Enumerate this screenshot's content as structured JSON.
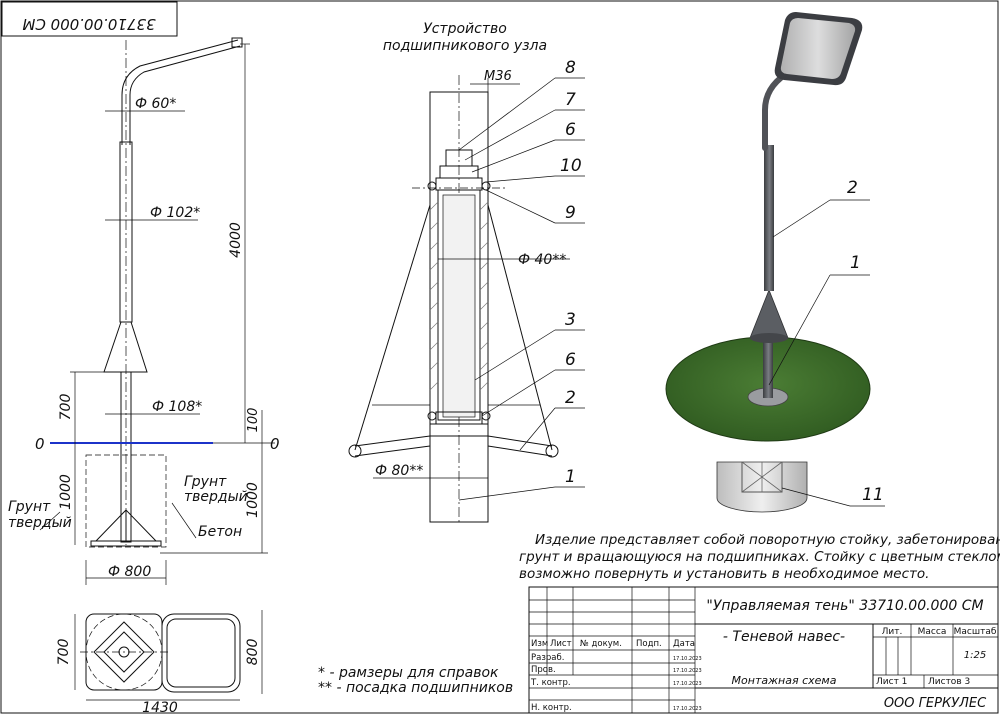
{
  "stamp_code": "33710.00.000 СМ",
  "bearing_title": [
    "Устройство",
    "подшипникового узла"
  ],
  "dims": {
    "d60": "Ф 60*",
    "d102": "Ф 102*",
    "d108": "Ф 108*",
    "h4000": "4000",
    "h700": "700",
    "h100": "100",
    "h1000_left": "1000",
    "h1000_right": "1000",
    "zero_left": "0",
    "zero_right": "0",
    "d800": "Ф 800",
    "w700": "700",
    "w800": "800",
    "w1430": "1430",
    "m36": "М36",
    "d40": "Ф 40**",
    "d80": "Ф 80**"
  },
  "labels": {
    "ground_left": [
      "Грунт",
      "твердый"
    ],
    "ground_right": [
      "Грунт",
      "твердый"
    ],
    "concrete": "Бетон"
  },
  "callouts": {
    "c8": "8",
    "c7": "7",
    "c6a": "6",
    "c10": "10",
    "c9": "9",
    "c3": "3",
    "c6b": "6",
    "c2": "2",
    "c1": "1",
    "iso2": "2",
    "iso1": "1",
    "iso11": "11"
  },
  "notes": {
    "ref": "* - рамзеры для справок",
    "fit": "** - посадка подшипников"
  },
  "description": [
    "Изделие представляет собой поворотную стойку, забетонированную в",
    "грунт и вращающуюся на подшипниках. Стойку с цветным стеклом",
    "возможно повернуть и установить в необходимое место."
  ],
  "title_block": {
    "product": "\"Управляемая тень\" 33710.00.000 СМ",
    "name": "- Теневой навес-",
    "doc_type": "Монтажная схема",
    "company": "ООО ГЕРКУЛЕС",
    "col_lit": "Лит.",
    "col_mass": "Масса",
    "col_scale": "Масштаб",
    "scale": "1:25",
    "sheet": "Лист 1",
    "sheets": "Листов 3",
    "headers": [
      "Изм",
      "Лист",
      "№ докум.",
      "Подп.",
      "Дата"
    ],
    "roles": [
      "Разраб.",
      "Пров.",
      "Т. контр.",
      "Н. контр."
    ],
    "dates": [
      "17.10.2023",
      "17.10.2023",
      "17.10.2023",
      "17.10.2023"
    ]
  },
  "colors": {
    "grass": "#3d6b2a",
    "pole": "#55575c",
    "glass": "#e3e3e3",
    "zero_line": "#1c33c9"
  }
}
